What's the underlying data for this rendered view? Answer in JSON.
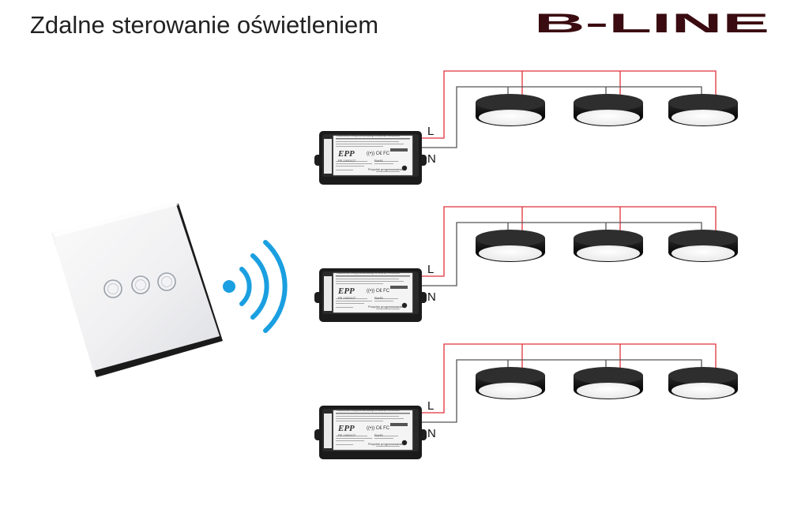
{
  "title": "Zdalne sterowanie oświetleniem",
  "brand": {
    "name": "B-LINE",
    "color": "#3a0b10"
  },
  "wire_colors": {
    "live": "#e0323c",
    "neutral": "#555555"
  },
  "signal_color": "#1a9fe0",
  "switch": {
    "buttons": 3
  },
  "circuits": [
    {
      "live_label": "L",
      "neutral_label": "N",
      "lamps": 3
    },
    {
      "live_label": "L",
      "neutral_label": "N",
      "lamps": 3
    },
    {
      "live_label": "L",
      "neutral_label": "N",
      "lamps": 3
    }
  ],
  "receiver_label": {
    "heading": "Odbiornik bezprzewodowy/Wireless Receiver",
    "model": "PE-1000127",
    "rohs": "RoHS",
    "button_label": "Przycisk programowania"
  }
}
